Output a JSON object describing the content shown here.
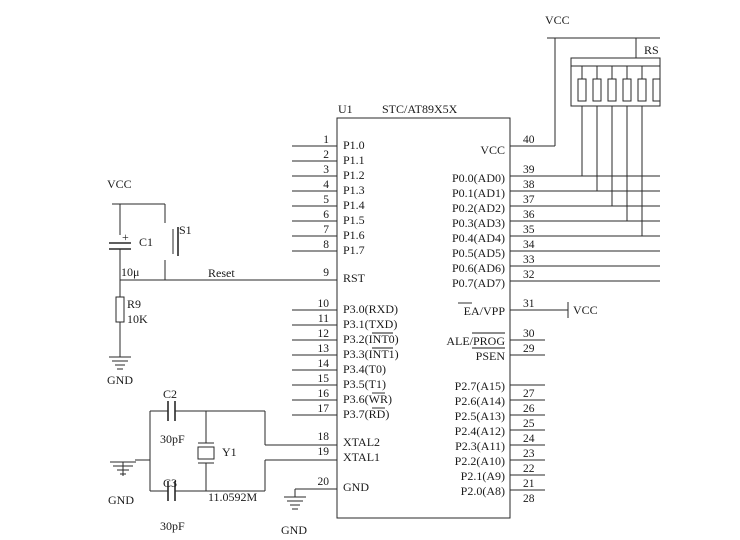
{
  "ic": {
    "ref": "U1",
    "part": "STC/AT89X5X",
    "left_pins": [
      {
        "num": "1",
        "name": "P1.0"
      },
      {
        "num": "2",
        "name": "P1.1"
      },
      {
        "num": "3",
        "name": "P1.2"
      },
      {
        "num": "4",
        "name": "P1.3"
      },
      {
        "num": "5",
        "name": "P1.4"
      },
      {
        "num": "6",
        "name": "P1.5"
      },
      {
        "num": "7",
        "name": "P1.6"
      },
      {
        "num": "8",
        "name": "P1.7"
      },
      {
        "num": "9",
        "name": "RST"
      },
      {
        "num": "10",
        "name": "P3.0(RXD)"
      },
      {
        "num": "11",
        "name": "P3.1(TXD)"
      },
      {
        "num": "12",
        "name": "P3.2(INT0)"
      },
      {
        "num": "13",
        "name": "P3.3(INT1)"
      },
      {
        "num": "14",
        "name": "P3.4(T0)"
      },
      {
        "num": "15",
        "name": "P3.5(T1)"
      },
      {
        "num": "16",
        "name": "P3.6(WR)"
      },
      {
        "num": "17",
        "name": "P3.7(RD)"
      },
      {
        "num": "18",
        "name": "XTAL2"
      },
      {
        "num": "19",
        "name": "XTAL1"
      },
      {
        "num": "20",
        "name": "GND"
      }
    ],
    "right_pins": [
      {
        "num": "40",
        "name": "VCC"
      },
      {
        "num": "39",
        "name": "P0.0(AD0)"
      },
      {
        "num": "38",
        "name": "P0.1(AD1)"
      },
      {
        "num": "37",
        "name": "P0.2(AD2)"
      },
      {
        "num": "36",
        "name": "P0.3(AD3)"
      },
      {
        "num": "35",
        "name": "P0.4(AD4)"
      },
      {
        "num": "34",
        "name": "P0.5(AD5)"
      },
      {
        "num": "33",
        "name": "P0.6(AD6)"
      },
      {
        "num": "32",
        "name": "P0.7(AD7)"
      },
      {
        "num": "31",
        "name": "EA/VPP"
      },
      {
        "num": "30",
        "name": "ALE/PROG"
      },
      {
        "num": "29",
        "name": "PSEN"
      },
      {
        "num": "27",
        "name": "P2.7(A15)"
      },
      {
        "num": "26",
        "name": "P2.6(A14)"
      },
      {
        "num": "25",
        "name": "P2.5(A13)"
      },
      {
        "num": "24",
        "name": "P2.4(A12)"
      },
      {
        "num": "23",
        "name": "P2.3(A11)"
      },
      {
        "num": "22",
        "name": "P2.2(A10)"
      },
      {
        "num": "21",
        "name": "P2.1(A9)"
      },
      {
        "num": "28",
        "name": "P2.0(A8)"
      }
    ]
  },
  "labels": {
    "vcc_top": "VCC",
    "rs": "RS",
    "vcc_left": "VCC",
    "vcc_ea": "VCC",
    "s1": "S1",
    "c1": "C1",
    "c1_plus": "+",
    "c1_value": "10μ",
    "reset_net": "Reset",
    "r9": "R9",
    "r9_value": "10K",
    "gnd_reset": "GND",
    "c2": "C2",
    "c2_value": "30pF",
    "y1": "Y1",
    "y1_value": "11.0592M",
    "c3": "C3",
    "c3_value": "30pF",
    "gnd_xtal": "GND",
    "gnd_ic": "GND"
  }
}
